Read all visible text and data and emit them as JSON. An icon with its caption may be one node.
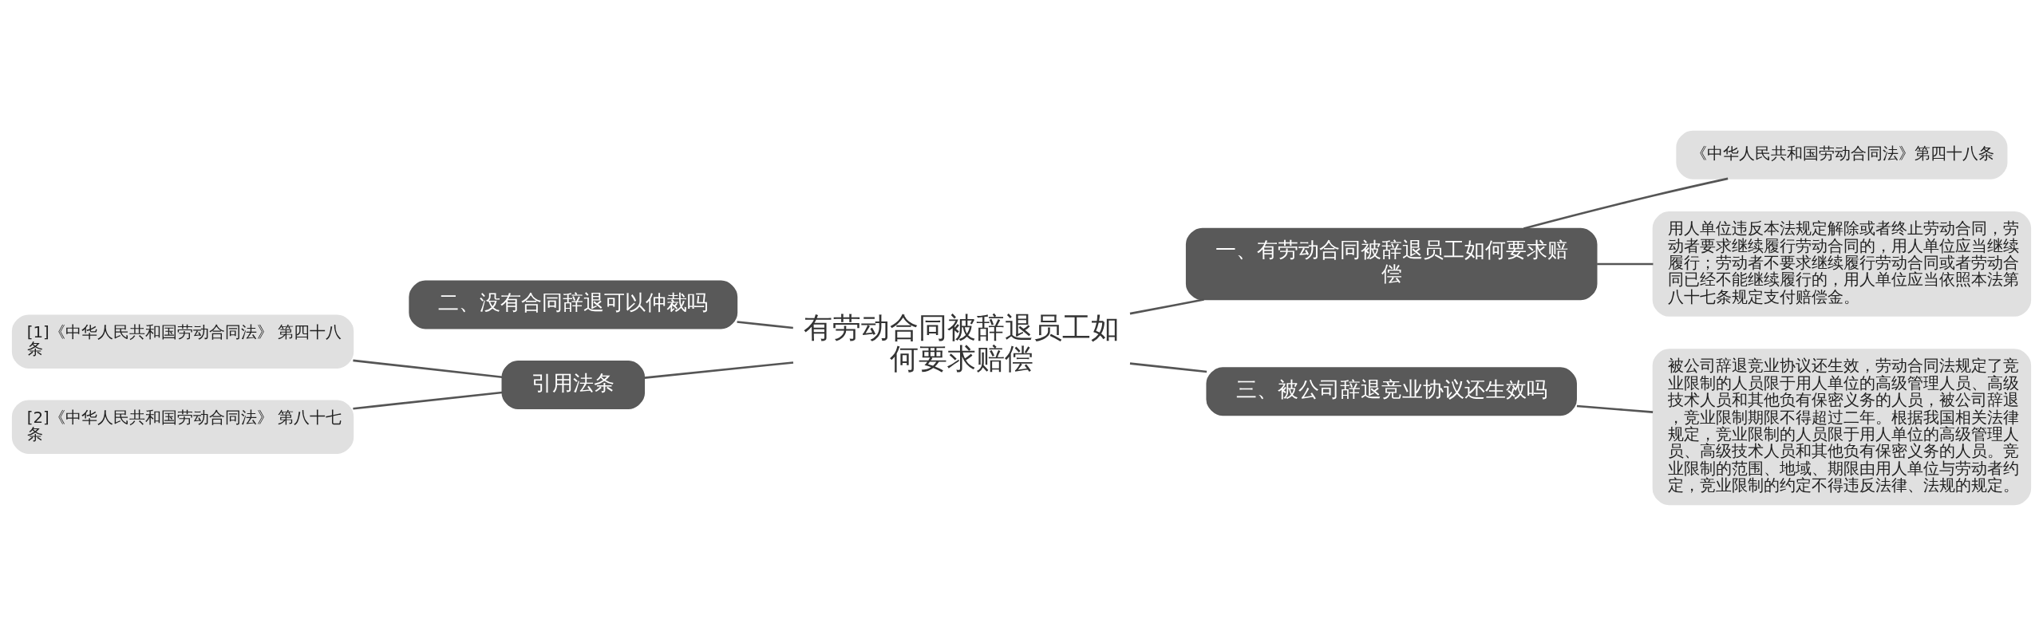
{
  "diagram": {
    "nodes": [
      {
        "text": [
          "有劳动合同被辞退员工如何要求赔偿"
        ]
      },
      {
        "text": [
          "一、有劳动合同被辞退员工如何要求赔偿"
        ]
      },
      {
        "text": [
          "《中华人民共和国劳动合同法》第四十八条"
        ]
      },
      {
        "text": [
          "用人单位违反本法规定解除或者终止劳动合同，劳动者要求继续履行劳动合同的，用人单位应当继续履行；劳动者不要求继续履行劳动合同或者劳动合同已经不能继续履行的，用人单位应当依照本法第八十七条规定支付赔偿金。"
        ]
      },
      {
        "text": [
          "二、没有合同辞退可以仲裁吗"
        ]
      },
      {
        "text": [
          "三、被公司辞退竞业协议还生效吗"
        ]
      },
      {
        "text": [
          "被公司辞退竞业协议还生效，劳动合同法规定了竞业限制的人员限于用人单位的高级管理人员、高级技术人员和其他负有保密义务的人员，被公司辞退，竞业限制期限不得超过二年。根据我国相关法律规定，竞业限制的人员限于用人单位的高级管理人员、高级技术人员和其他负有保密义务的人员。竞业限制的范围、地域、期限由用人单位与劳动者约定，竞业限制的约定不得违反法律、法规的规定。"
        ]
      },
      {
        "text": [
          "引用法条"
        ]
      },
      {
        "text": [
          "[1]《中华人民共和国劳动合同法》 第四十八条"
        ]
      },
      {
        "text": [
          "[2]《中华人民共和国劳动合同法》 第八十七条"
        ]
      }
    ],
    "edges": [
      {
        "from": 0,
        "to": 1,
        "arrow": "none"
      },
      {
        "from": 1,
        "to": 2,
        "arrow": "none"
      },
      {
        "from": 1,
        "to": 3,
        "arrow": "none"
      },
      {
        "from": 4,
        "to": 0,
        "arrow": "none"
      },
      {
        "from": 0,
        "to": 5,
        "arrow": "none"
      },
      {
        "from": 5,
        "to": 6,
        "arrow": "none"
      },
      {
        "from": 7,
        "to": 0,
        "arrow": "none"
      },
      {
        "from": 8,
        "to": 7,
        "arrow": "none"
      },
      {
        "from": 9,
        "to": 7,
        "arrow": "none"
      }
    ]
  }
}
